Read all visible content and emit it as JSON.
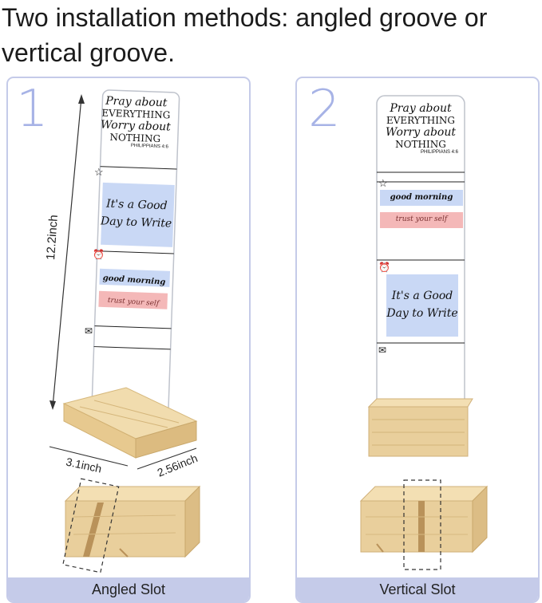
{
  "headline": "Two installation methods: angled groove or vertical groove.",
  "panels": [
    {
      "number": "1",
      "label": "Angled Slot",
      "dimensions": {
        "height": "12.2inch",
        "width": "3.1inch",
        "depth": "2.56inch"
      }
    },
    {
      "number": "2",
      "label": "Vertical Slot"
    }
  ],
  "card": {
    "verse_line1": "Pray about",
    "verse_line2": "EVERYTHING",
    "verse_line3": "Worry about",
    "verse_line4": "NOTHING",
    "verse_ref": "PHILIPPIANS 4:6",
    "sticker_good_day_1": "It's a Good",
    "sticker_good_day_2": "Day to Write",
    "sticker_good_morning": "good morning",
    "sticker_trust": "trust your self"
  },
  "colors": {
    "panel_border": "#c5cbe9",
    "number": "#a7b3e6",
    "sticker_blue": "#c9d8f5",
    "sticker_pink": "#f4b8b8",
    "wood": "#e9cf9c"
  },
  "icons": [
    "star-icon",
    "alarm-clock-icon",
    "envelope-icon"
  ]
}
